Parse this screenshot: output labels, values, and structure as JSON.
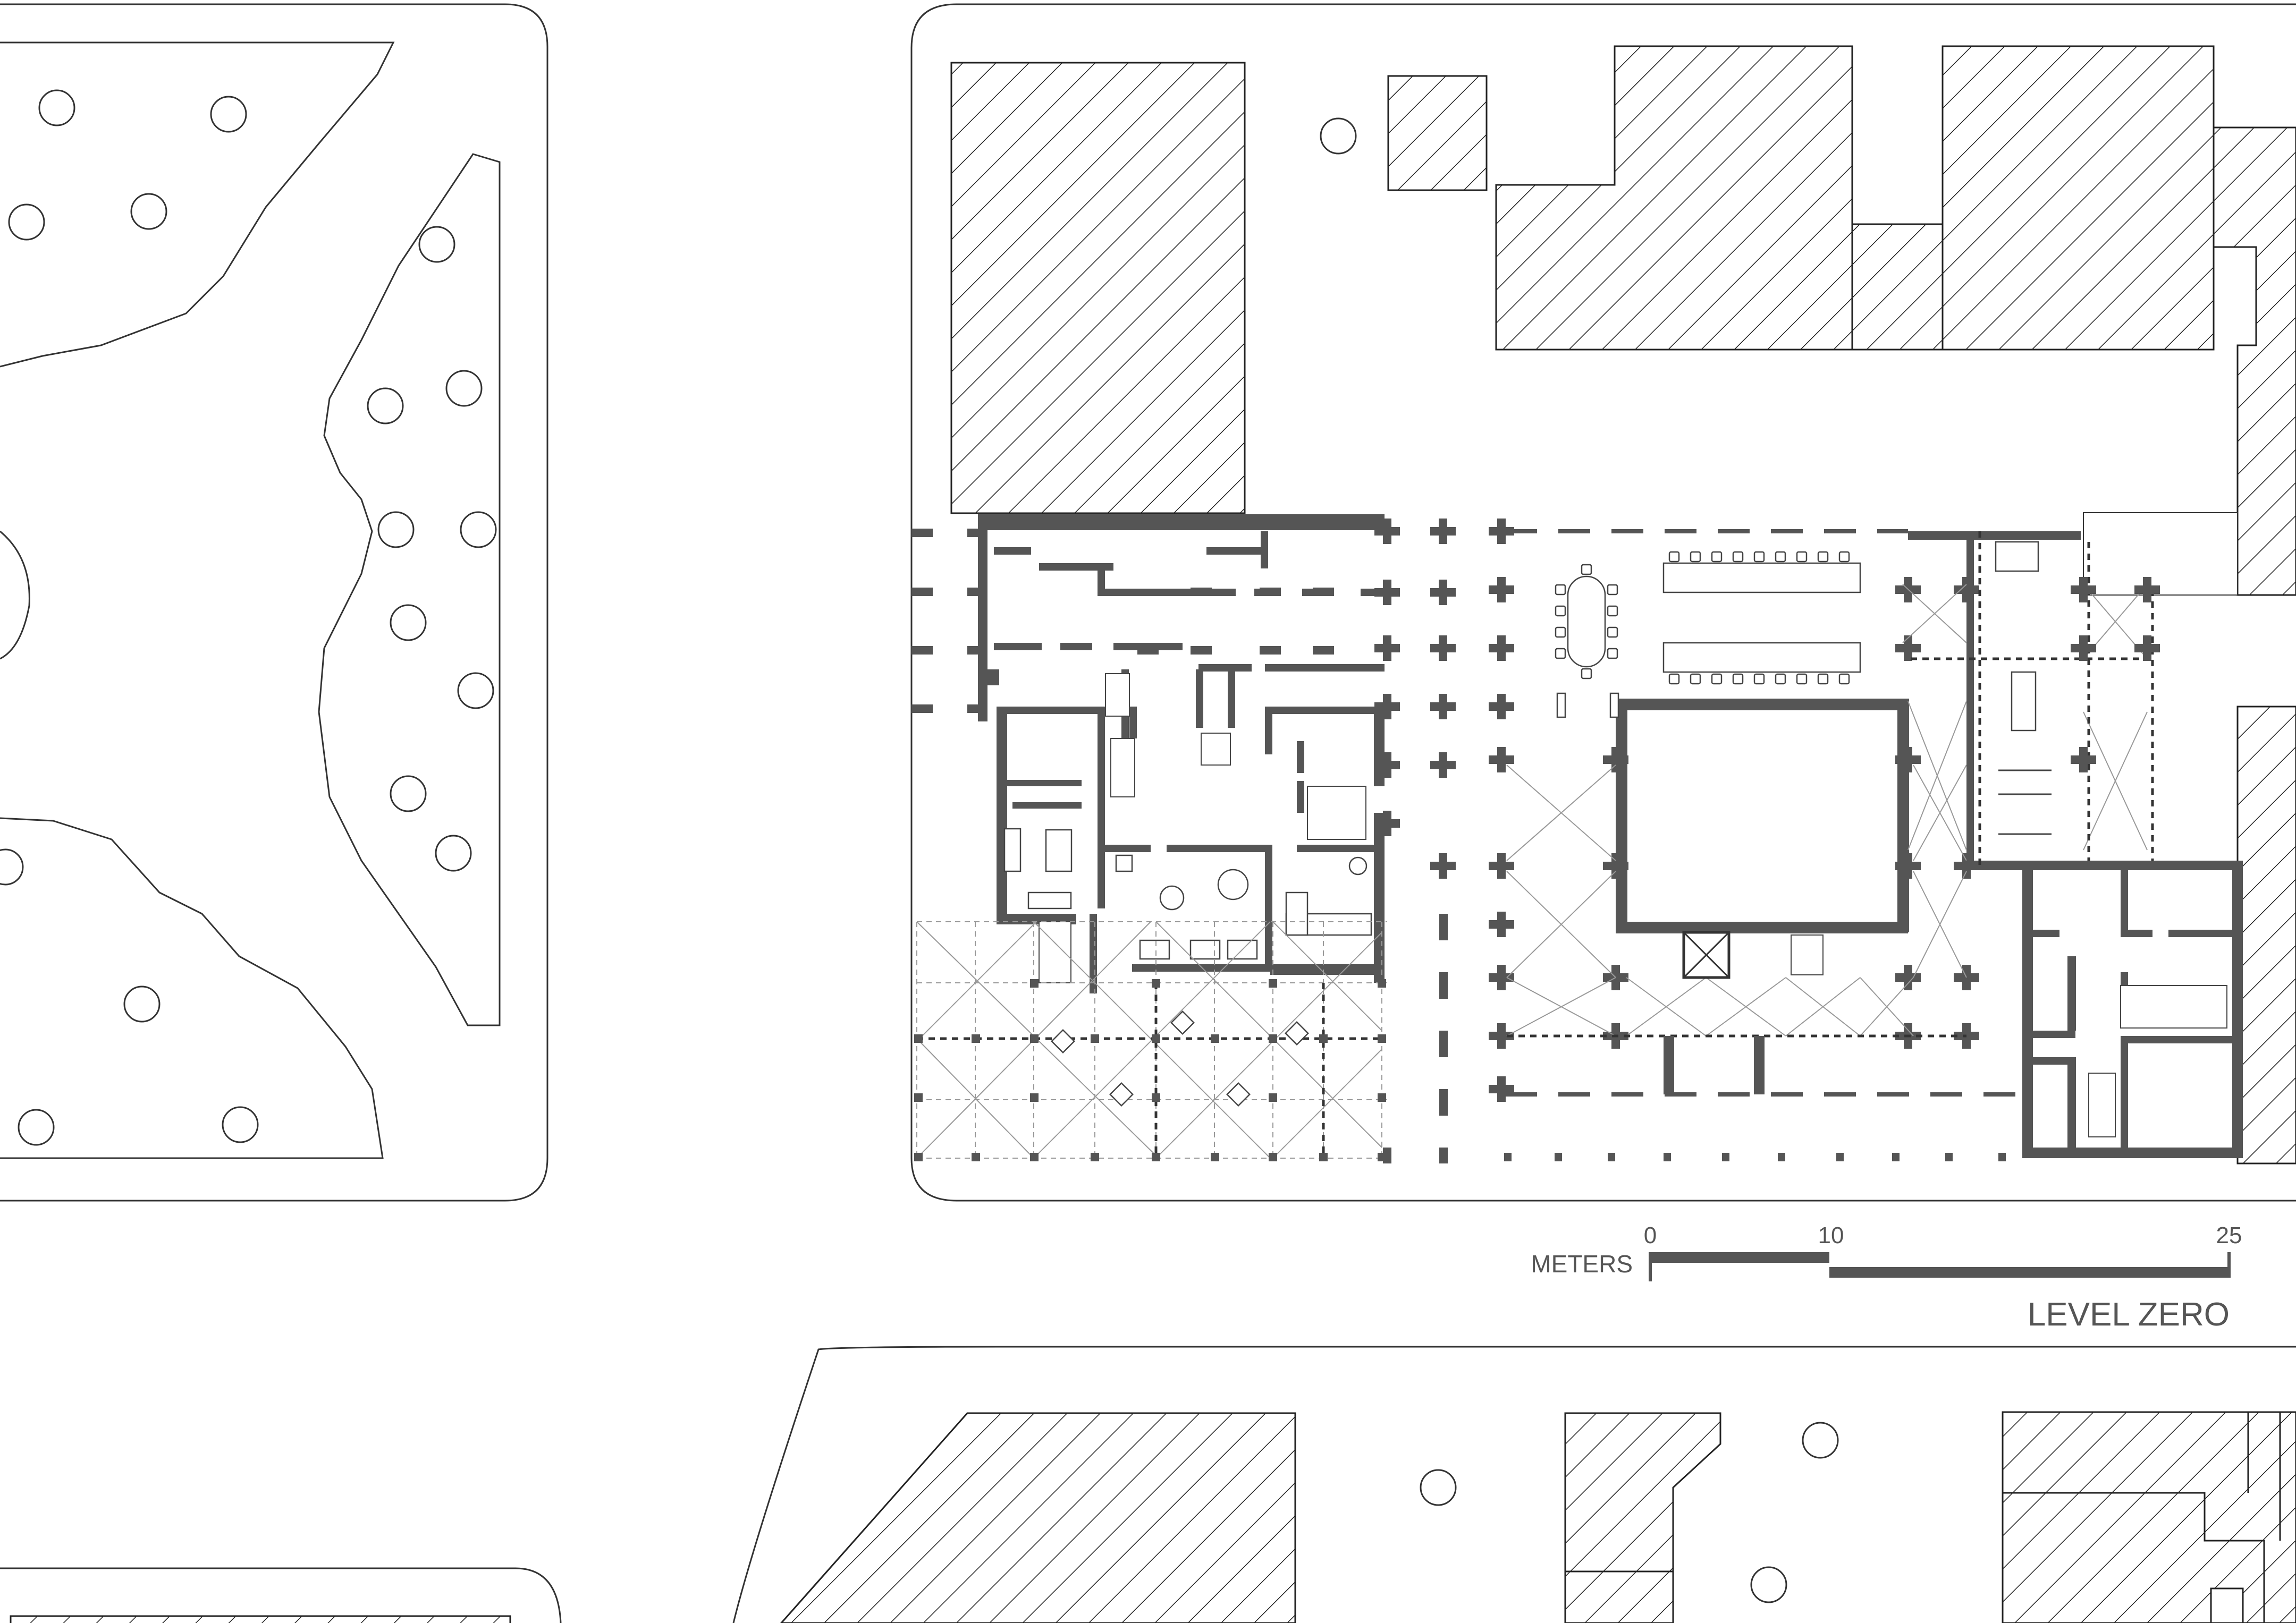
{
  "scale_bar": {
    "unit_label": "METERS",
    "ticks": [
      "0",
      "10",
      "25"
    ]
  },
  "level_title": "LEVEL ZERO",
  "colors": {
    "walls": "#555555",
    "lines": "#333333",
    "text": "#555555",
    "background": "#ffffff"
  }
}
